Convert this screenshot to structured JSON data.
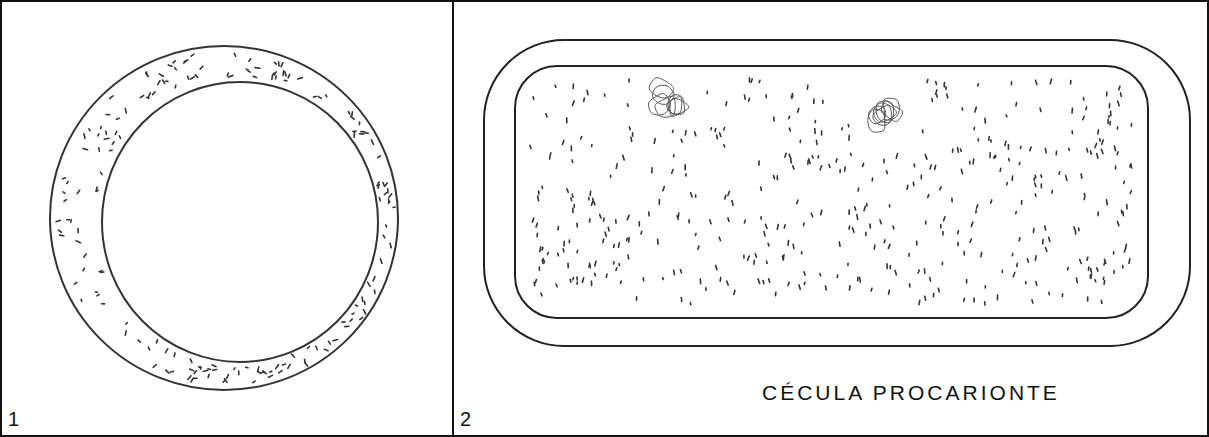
{
  "diagram": {
    "labels": [
      "1",
      "2",
      "CÉCULA PROCARIONTE"
    ]
  }
}
